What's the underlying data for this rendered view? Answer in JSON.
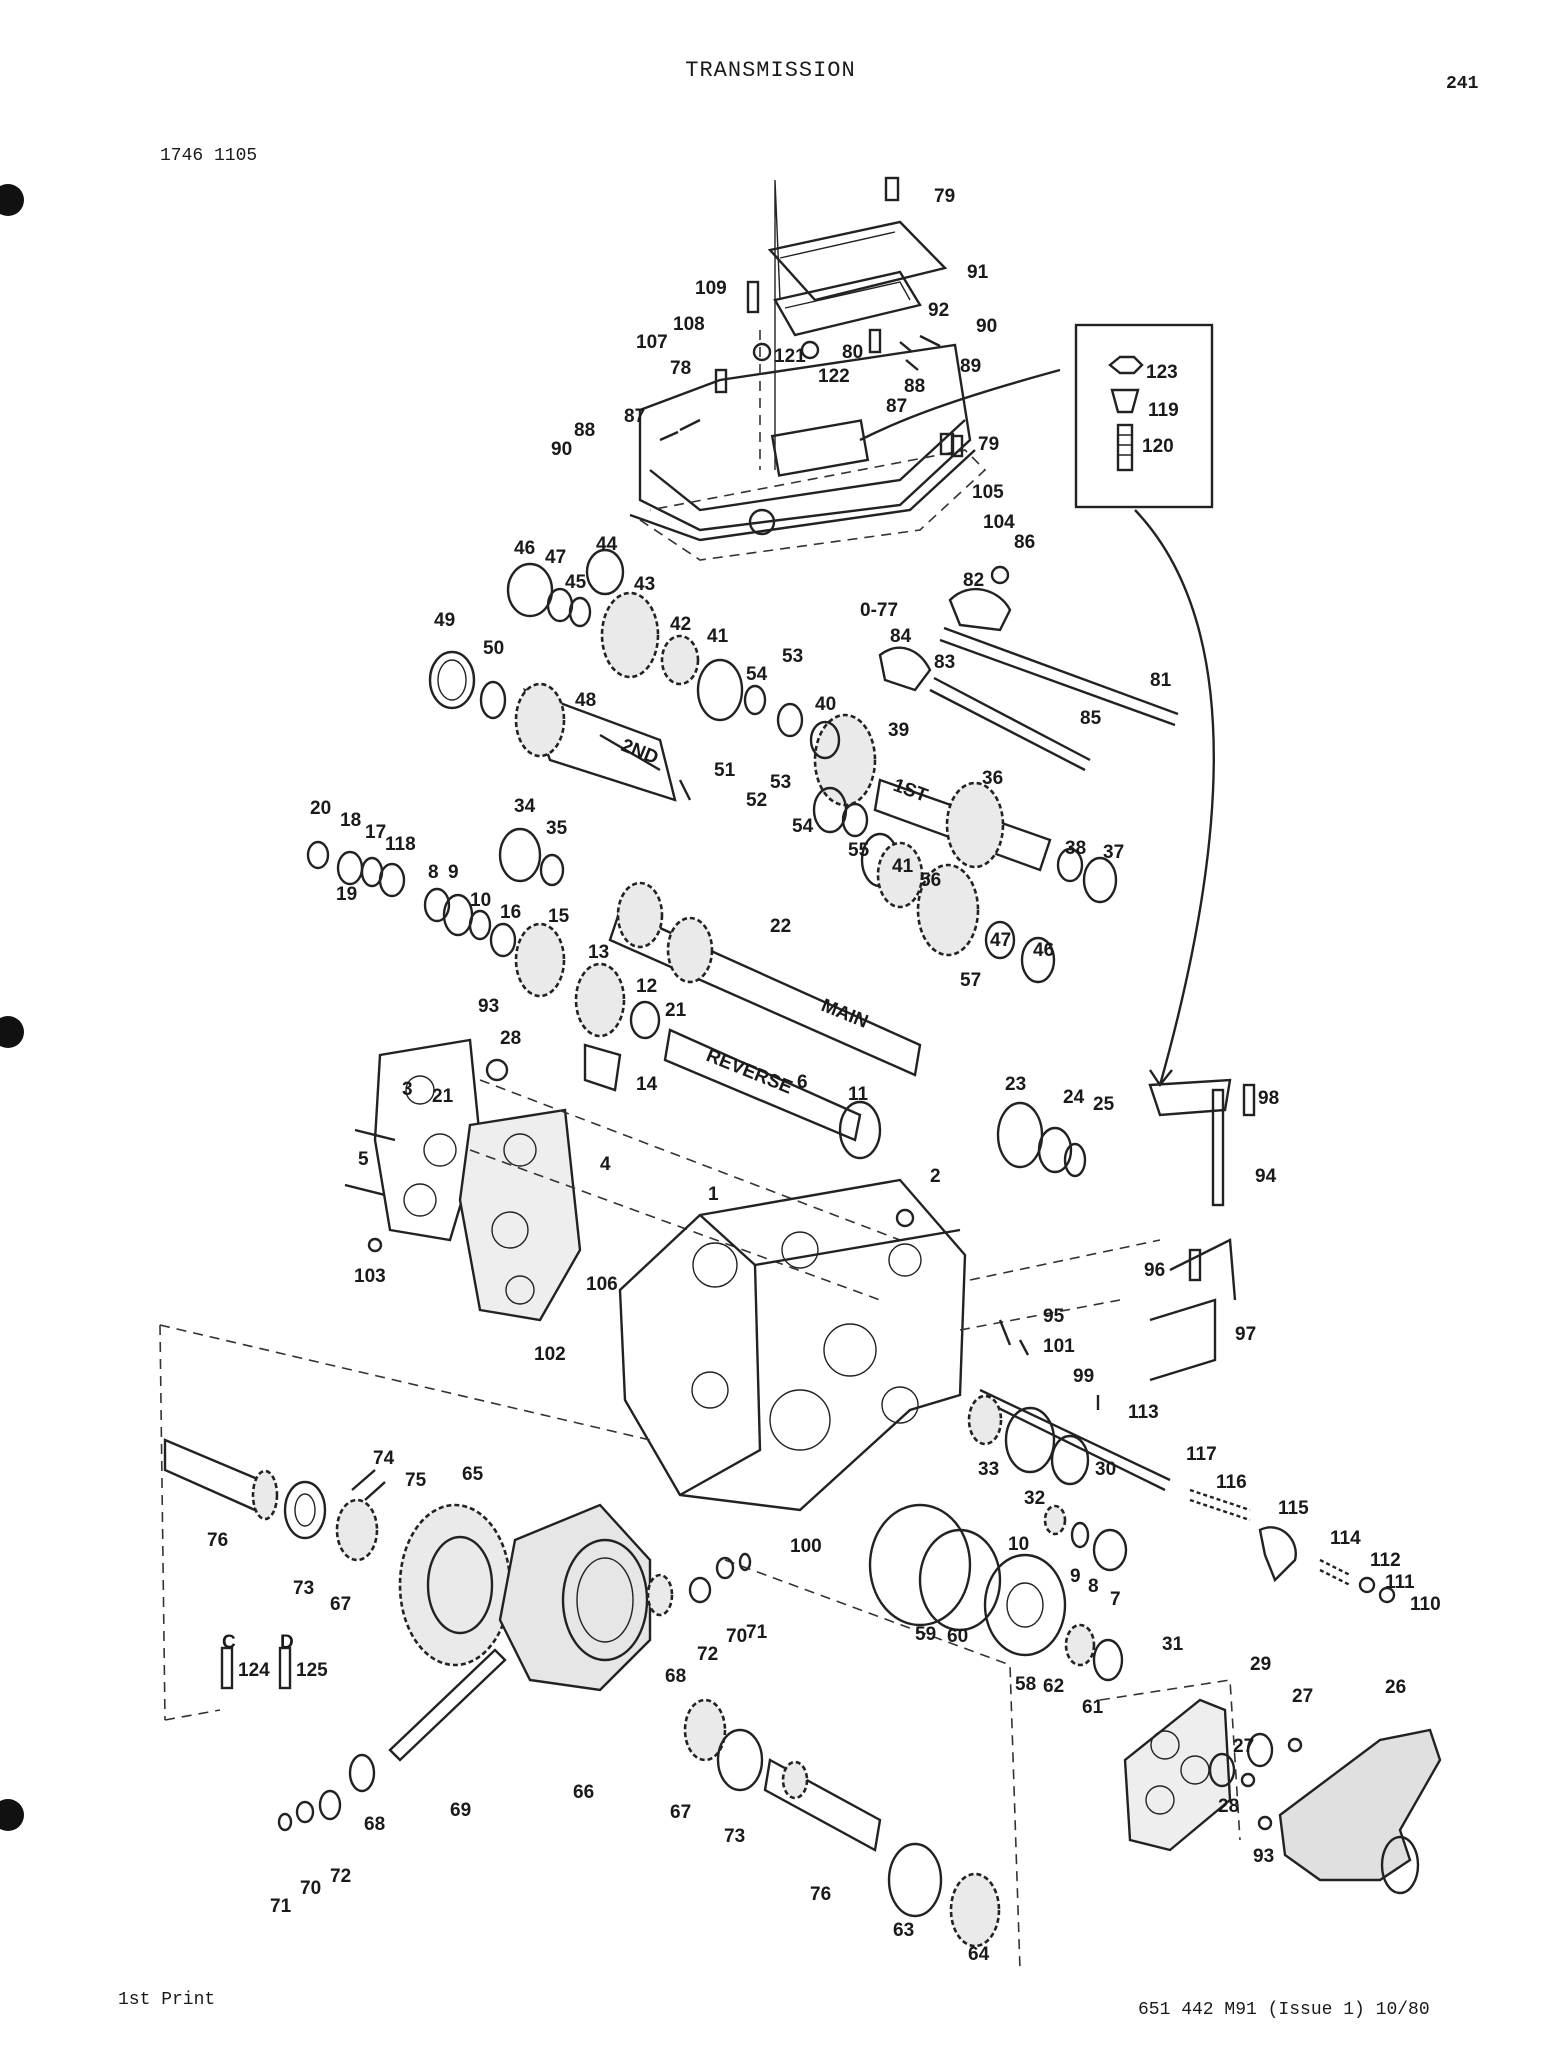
{
  "page": {
    "title": "TRANSMISSION",
    "page_number": "241",
    "reference": "1746 1105",
    "footer_left": "1st Print",
    "footer_right": "651 442 M91 (Issue 1) 10/80"
  },
  "callouts": {
    "c1": "1",
    "c2": "2",
    "c3": "3",
    "c4": "4",
    "c5": "5",
    "c6": "6",
    "c7": "7",
    "c8": "8",
    "c8b": "8",
    "c9": "9",
    "c9b": "9",
    "c10": "10",
    "c10b": "10",
    "c11": "11",
    "c12": "12",
    "c13": "13",
    "c14": "14",
    "c15": "15",
    "c16": "16",
    "c17": "17",
    "c18": "18",
    "c19": "19",
    "c20": "20",
    "c21": "21",
    "c21b": "21",
    "c22": "22",
    "c23": "23",
    "c24": "24",
    "c25": "25",
    "c26": "26",
    "c27": "27",
    "c27b": "27",
    "c28": "28",
    "c28b": "28",
    "c29": "29",
    "c30": "30",
    "c31": "31",
    "c32": "32",
    "c33": "33",
    "c34": "34",
    "c35": "35",
    "c36": "36",
    "c37": "37",
    "c38": "38",
    "c39": "39",
    "c40": "40",
    "c41": "41",
    "c41b": "41",
    "c42": "42",
    "c43": "43",
    "c44": "44",
    "c45": "45",
    "c46": "46",
    "c46b": "46",
    "c47": "47",
    "c47b": "47",
    "c48": "48",
    "c49": "49",
    "c50": "50",
    "c51": "51",
    "c52": "52",
    "c53": "53",
    "c53b": "53",
    "c54": "54",
    "c54b": "54",
    "c55": "55",
    "c56": "56",
    "c57": "57",
    "c58": "58",
    "c59": "59",
    "c60": "60",
    "c61": "61",
    "c62": "62",
    "c63": "63",
    "c64": "64",
    "c65": "65",
    "c66": "66",
    "c67": "67",
    "c67b": "67",
    "c68": "68",
    "c68b": "68",
    "c69": "69",
    "c70": "70",
    "c70b": "70",
    "c71": "71",
    "c71b": "71",
    "c72": "72",
    "c72b": "72",
    "c73": "73",
    "c73b": "73",
    "c74": "74",
    "c75": "75",
    "c76": "76",
    "c76b": "76",
    "c77": "0-77",
    "c78": "78",
    "c79": "79",
    "c79b": "79",
    "c80": "80",
    "c81": "81",
    "c82": "82",
    "c83": "83",
    "c84": "84",
    "c85": "85",
    "c86": "86",
    "c87": "87",
    "c87b": "87",
    "c88": "88",
    "c88b": "88",
    "c89": "89",
    "c90": "90",
    "c90b": "90",
    "c91": "91",
    "c92": "92",
    "c93": "93",
    "c93b": "93",
    "c94": "94",
    "c95": "95",
    "c96": "96",
    "c97": "97",
    "c98": "98",
    "c99": "99",
    "c100": "100",
    "c101": "101",
    "c102": "102",
    "c103": "103",
    "c104": "104",
    "c105": "105",
    "c106": "106",
    "c107": "107",
    "c108": "108",
    "c109": "109",
    "c110": "110",
    "c111": "111",
    "c112": "112",
    "c113": "113",
    "c114": "114",
    "c115": "115",
    "c116": "116",
    "c117": "117",
    "c118": "118",
    "c119": "119",
    "c120": "120",
    "c121": "121",
    "c122": "122",
    "c123": "123",
    "c124": "124",
    "c125": "125",
    "cC": "C",
    "cD": "D"
  },
  "shaft_marks": {
    "second": "2ND",
    "first": "1ST",
    "main": "MAIN",
    "reverse": "REVERSE"
  }
}
